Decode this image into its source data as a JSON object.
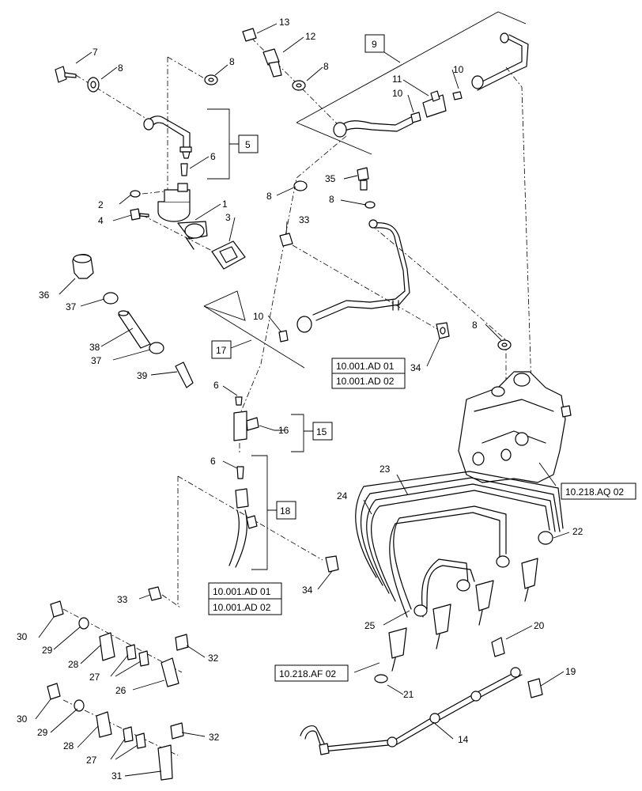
{
  "diagram": {
    "callouts": {
      "c1": "1",
      "c2": "2",
      "c3": "3",
      "c4": "4",
      "c6a": "6",
      "c6b": "6",
      "c6c": "6",
      "c7": "7",
      "c8a": "8",
      "c8b": "8",
      "c8c": "8",
      "c8d": "8",
      "c8e": "8",
      "c8f": "8",
      "c10a": "10",
      "c10b": "10",
      "c10c": "10",
      "c11": "11",
      "c12": "12",
      "c13": "13",
      "c14": "14",
      "c16": "16",
      "c19": "19",
      "c20": "20",
      "c21": "21",
      "c22": "22",
      "c23": "23",
      "c24": "24",
      "c25": "25",
      "c26": "26",
      "c27a": "27",
      "c27b": "27",
      "c28a": "28",
      "c28b": "28",
      "c29a": "29",
      "c29b": "29",
      "c30a": "30",
      "c30b": "30",
      "c31": "31",
      "c32a": "32",
      "c32b": "32",
      "c33a": "33",
      "c33b": "33",
      "c34a": "34",
      "c34b": "34",
      "c35": "35",
      "c36": "36",
      "c37a": "37",
      "c37b": "37",
      "c38": "38",
      "c39": "39"
    },
    "group_boxes": {
      "g5": "5",
      "g9": "9",
      "g15": "15",
      "g17": "17",
      "g18": "18"
    },
    "references": {
      "ref1a": "10.001.AD 01",
      "ref1b": "10.001.AD 02",
      "ref2a": "10.001.AD 01",
      "ref2b": "10.001.AD 02",
      "ref3": "10.218.AQ 02",
      "ref4": "10.218.AF 02"
    }
  }
}
